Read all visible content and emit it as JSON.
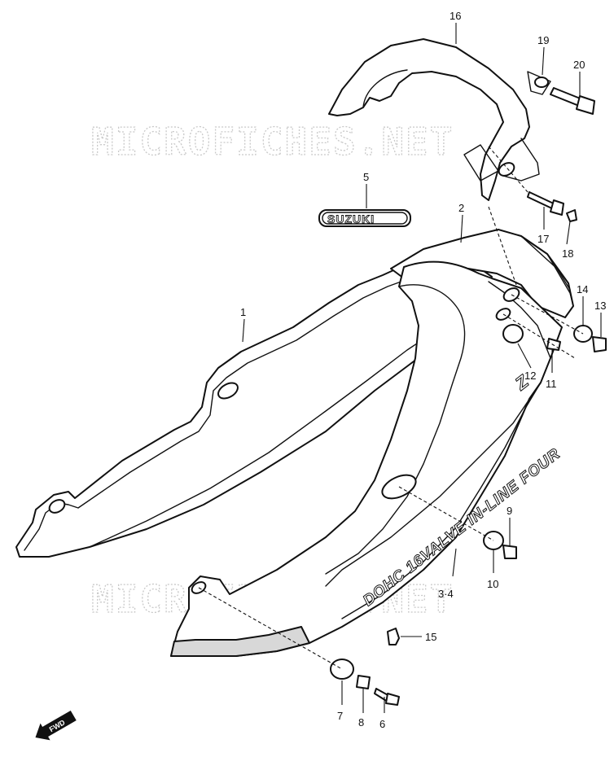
{
  "watermark": "MICROFICHES.NET",
  "fwd_label": "FWD",
  "logo_text": "SUZUKI",
  "decal_text": "DOHC 16VALVE IN-LINE FOUR",
  "callouts": [
    {
      "id": "c1",
      "label": "1"
    },
    {
      "id": "c2",
      "label": "2"
    },
    {
      "id": "c34",
      "label": "3·4"
    },
    {
      "id": "c5",
      "label": "5"
    },
    {
      "id": "c6",
      "label": "6"
    },
    {
      "id": "c7",
      "label": "7"
    },
    {
      "id": "c8",
      "label": "8"
    },
    {
      "id": "c9",
      "label": "9"
    },
    {
      "id": "c10",
      "label": "10"
    },
    {
      "id": "c11",
      "label": "11"
    },
    {
      "id": "c12",
      "label": "12"
    },
    {
      "id": "c13",
      "label": "13"
    },
    {
      "id": "c14",
      "label": "14"
    },
    {
      "id": "c15",
      "label": "15"
    },
    {
      "id": "c16",
      "label": "16"
    },
    {
      "id": "c17",
      "label": "17"
    },
    {
      "id": "c18",
      "label": "18"
    },
    {
      "id": "c19",
      "label": "19"
    },
    {
      "id": "c20",
      "label": "20"
    }
  ]
}
